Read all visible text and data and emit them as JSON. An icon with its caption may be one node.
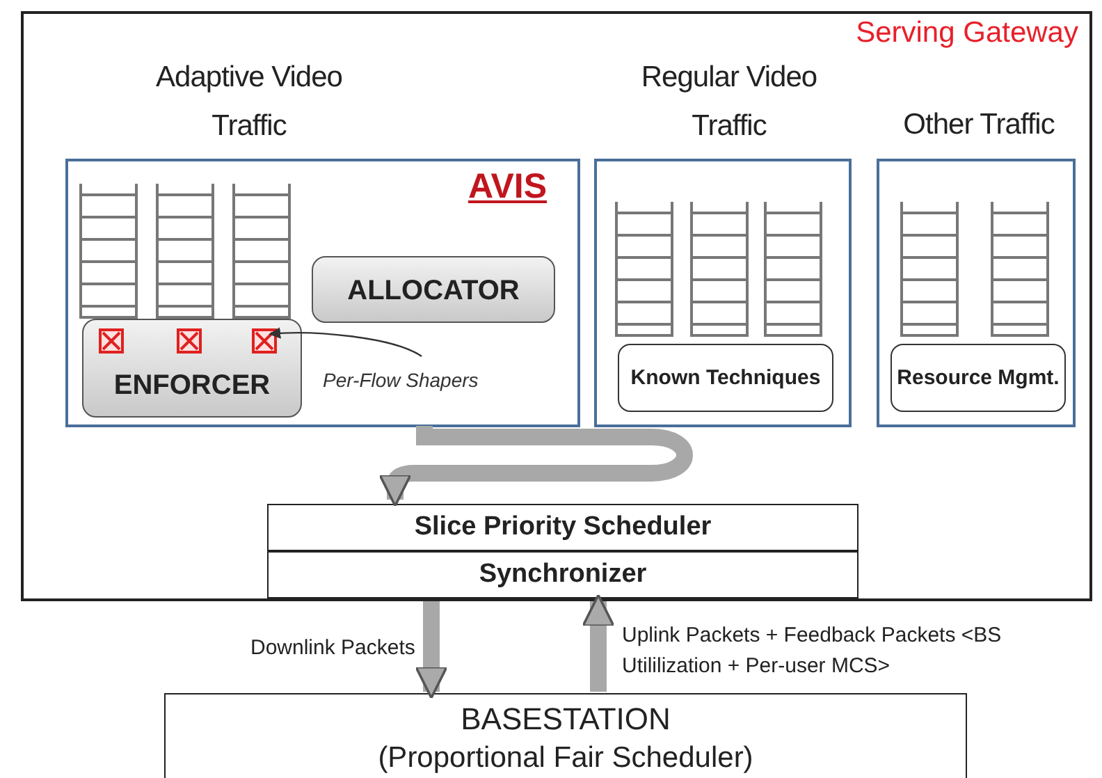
{
  "diagram": {
    "nodes": [
      {
        "text": [
          "Serving Gateway"
        ]
      },
      {
        "text": [
          "Adaptive Video Traffic",
          "AVIS"
        ],
        "in": 0
      },
      {
        "text": [
          "ALLOCATOR"
        ],
        "in": 1
      },
      {
        "text": [
          "ENFORCER"
        ],
        "in": 1
      },
      {
        "text": [],
        "shape": "box",
        "in": 3
      },
      {
        "text": [],
        "shape": "box",
        "in": 3
      },
      {
        "text": [],
        "shape": "box",
        "in": 3
      },
      {
        "text": [
          "Per-Flow Shapers"
        ],
        "in": 1
      },
      {
        "text": [
          "Regular Video Traffic"
        ],
        "in": 0
      },
      {
        "text": [
          "Known Techniques"
        ],
        "in": 8
      },
      {
        "text": [
          "Other Traffic"
        ],
        "in": 0
      },
      {
        "text": [
          "Resource Mgmt."
        ],
        "in": 10
      },
      {
        "text": [
          "Slice Priority Scheduler"
        ],
        "in": 0
      },
      {
        "text": [
          "Synchronizer"
        ],
        "in": 0
      },
      {
        "text": [
          "BASESTATION",
          "(Proportional Fair Scheduler)"
        ]
      }
    ],
    "edges": [
      {
        "from": 7,
        "to": 6,
        "arrow": "to",
        "color": "#333333"
      },
      {
        "from": 1,
        "to": 12,
        "arrow": "to"
      },
      {
        "from": 13,
        "to": 14,
        "arrow": "to",
        "label": "Downlink Packets"
      },
      {
        "from": 14,
        "to": 13,
        "arrow": "to",
        "label": "Uplink Packets + Feedback Packets <BS Utililization + Per-user MCS>"
      }
    ]
  }
}
